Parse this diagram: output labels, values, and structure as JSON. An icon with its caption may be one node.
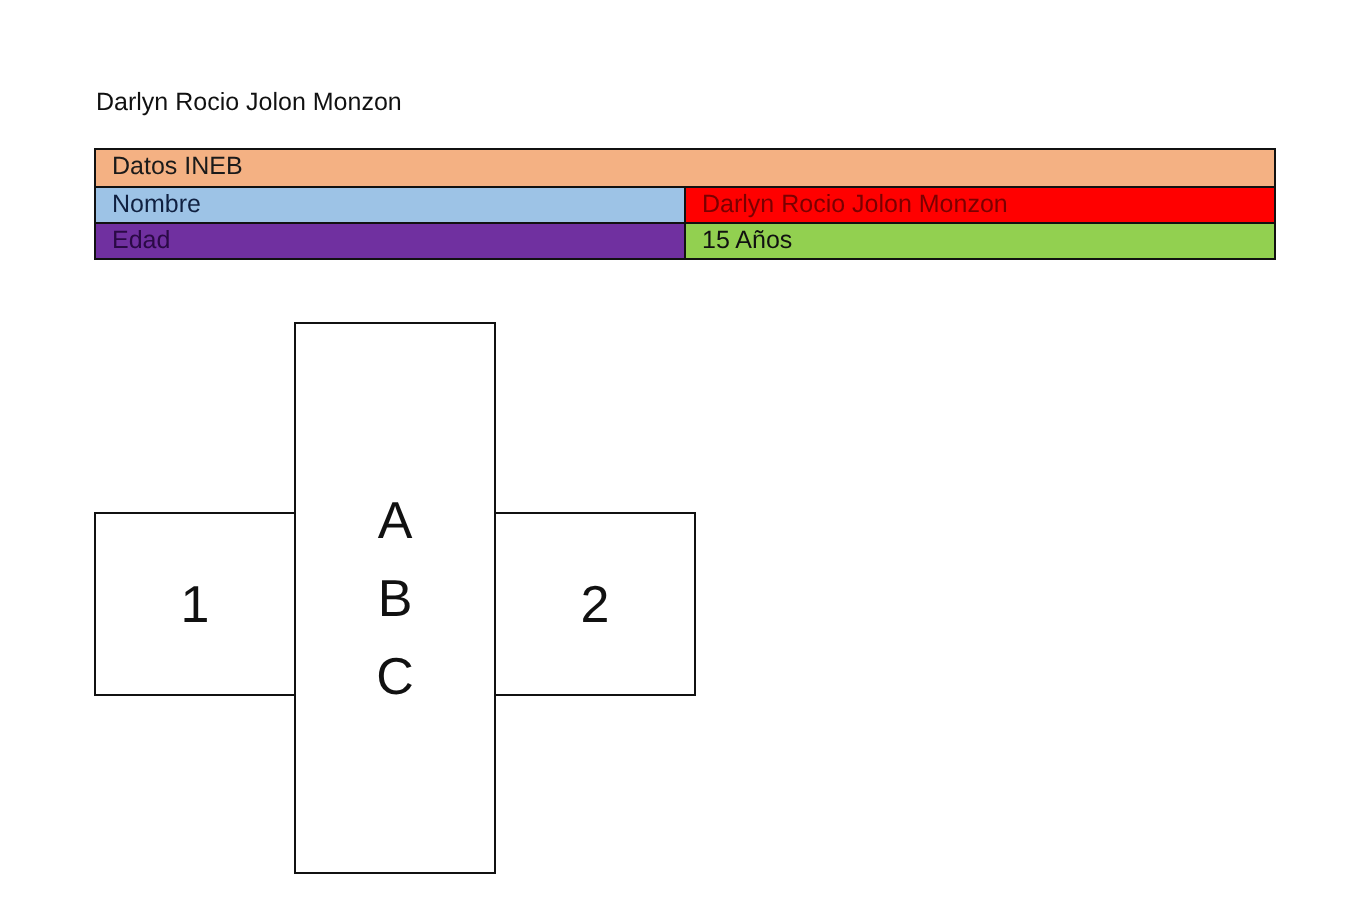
{
  "diagram": {
    "title": "Darlyn Rocio Jolon Monzon",
    "nodes": [
      {
        "text": [
          "1"
        ]
      },
      {
        "text": [
          "A B C"
        ]
      },
      {
        "text": [
          "2"
        ]
      }
    ],
    "labels": [
      "Datos INEB",
      "Nombre",
      "Darlyn Rocio Jolon Monzon",
      "Edad",
      "15 Años"
    ]
  }
}
